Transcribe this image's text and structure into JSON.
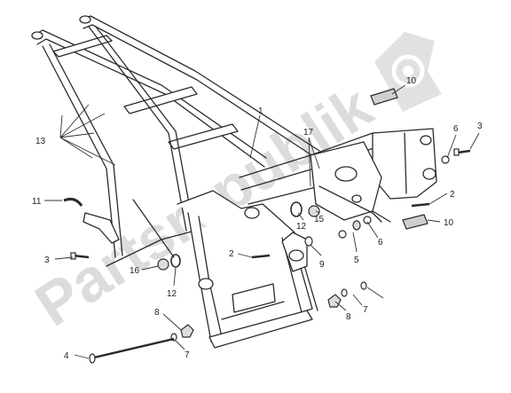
{
  "watermark": {
    "text": "Partsrepublik",
    "color": "#d6d6d6"
  },
  "colors": {
    "line": "#2b2b2b",
    "fill": "#ffffff",
    "parts": "#e4e4e4"
  },
  "callouts": [
    "1",
    "2",
    "2",
    "2",
    "3",
    "3",
    "4",
    "5",
    "5",
    "6",
    "6",
    "7",
    "7",
    "8",
    "8",
    "9",
    "10",
    "10",
    "11",
    "12",
    "12",
    "13",
    "15",
    "16",
    "17"
  ]
}
